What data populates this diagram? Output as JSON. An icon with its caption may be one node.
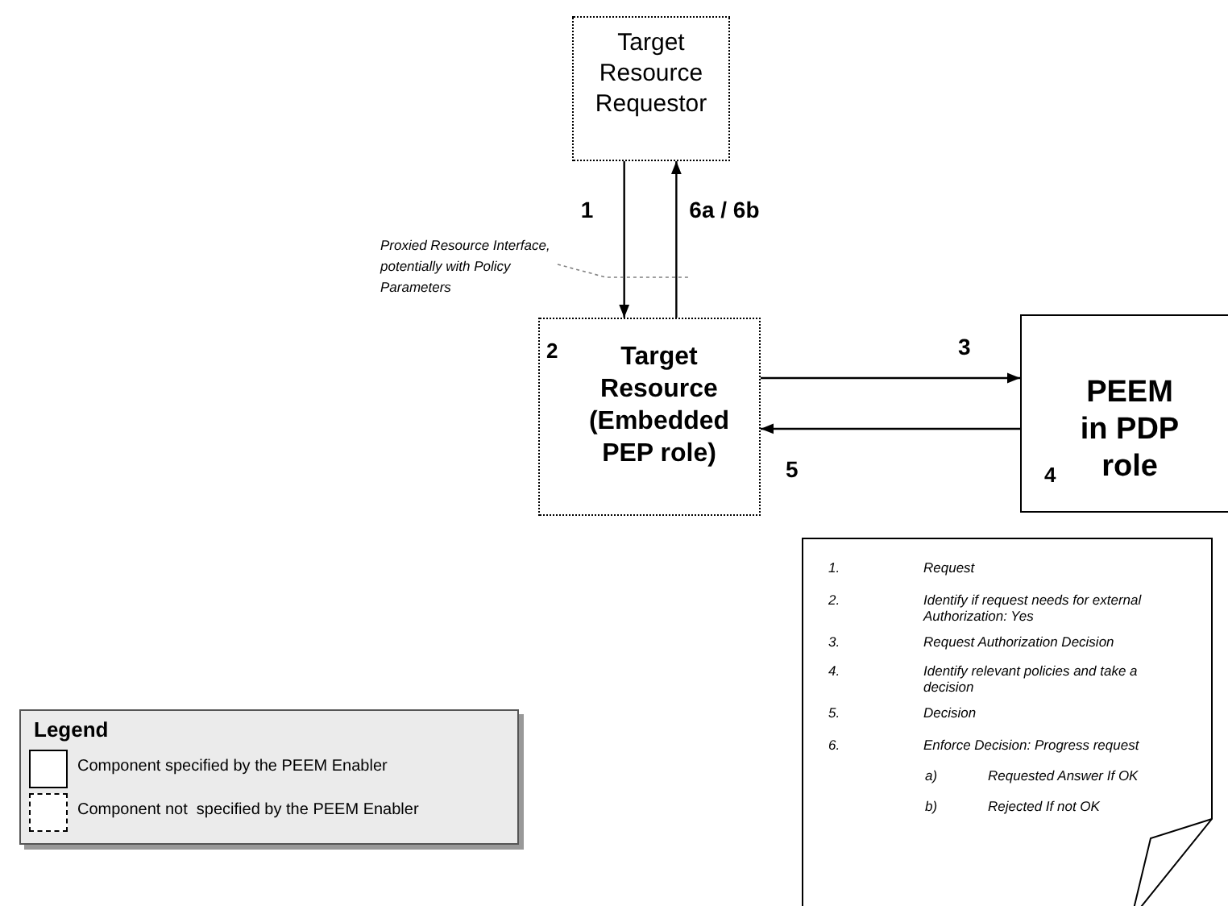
{
  "diagram": {
    "nodes": [
      {
        "text": [
          "Target Resource Requestor"
        ]
      },
      {
        "text": [
          "2",
          "Target Resource (Embedded PEP role)"
        ]
      },
      {
        "text": [
          "4",
          "PEEM in PDP role"
        ]
      },
      {
        "text": [
          "Proxied Resource Interface, potentially with Policy Parameters"
        ]
      },
      {
        "text": [
          "1.",
          "Request",
          "2.",
          "Identify if request needs for external Authorization: Yes",
          "3.",
          "Request Authorization Decision",
          "4.",
          "Identify relevant policies and take a decision",
          "5.",
          "Decision",
          "6.",
          "Enforce Decision: Progress request",
          "a)",
          "Requested Answer If OK",
          "b)",
          "Rejected If not OK"
        ]
      }
    ],
    "edges": [
      {
        "from": 0,
        "to": 1,
        "arrow": "to",
        "label": "1"
      },
      {
        "from": 1,
        "to": 0,
        "arrow": "to",
        "label": "6a / 6b"
      },
      {
        "from": 1,
        "to": 2,
        "arrow": "to",
        "label": "3"
      },
      {
        "from": 2,
        "to": 1,
        "arrow": "to",
        "label": "5"
      },
      {
        "from": 3,
        "to": null,
        "arrow": "none",
        "style": "dashed",
        "color": "#808080"
      }
    ],
    "labels": [
      "Legend"
    ],
    "legend": [
      {
        "text": "Component specified by the PEEM Enabler"
      },
      {
        "text": "Component not  specified by the PEEM Enabler"
      }
    ]
  }
}
